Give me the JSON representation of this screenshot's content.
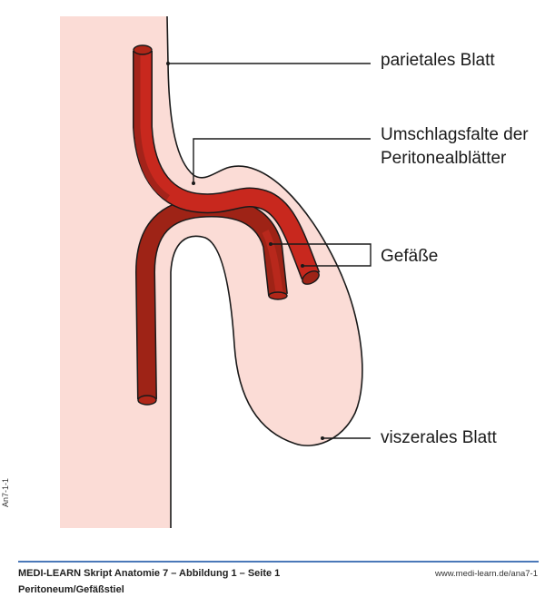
{
  "diagram": {
    "labels": {
      "parietal": "parietales Blatt",
      "fold_line1": "Umschlagsfalte der",
      "fold_line2": "Peritonealblätter",
      "vessels": "Gefäße",
      "visceral": "viszerales Blatt"
    },
    "colors": {
      "tissue": "#fbdcd6",
      "vessel_bright": "#c8281e",
      "vessel_dark": "#9e2316",
      "outline": "#1a1a1a"
    }
  },
  "footer": {
    "title": "MEDI-LEARN Skript Anatomie 7 – Abbildung 1 – Seite 1",
    "subtitle": "Peritoneum/Gefäßstiel",
    "url": "www.medi-learn.de/ana7-1",
    "code": "An7-1-1",
    "rule_color": "#4a78b8"
  }
}
